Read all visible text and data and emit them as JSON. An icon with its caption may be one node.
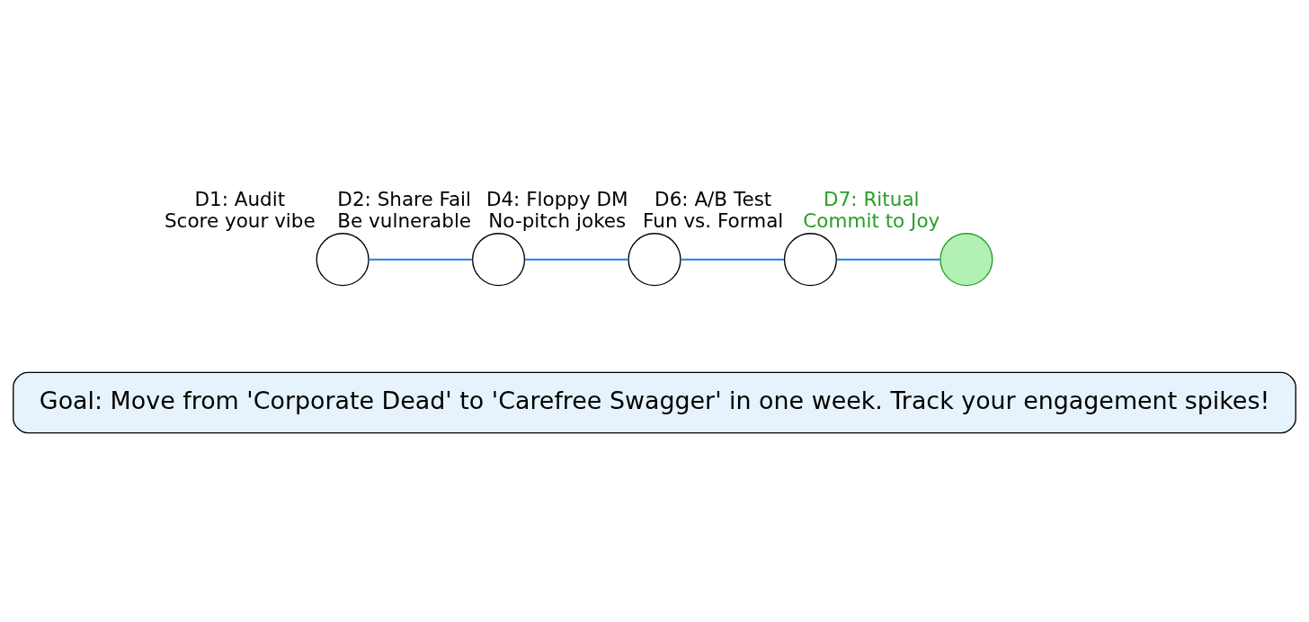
{
  "diagram": {
    "nodes": [
      {
        "text": [],
        "shape": "circle",
        "beside": [
          "D1: Audit",
          "Score your vibe"
        ]
      },
      {
        "text": [],
        "shape": "circle",
        "beside": [
          "D2: Share Fail",
          "Be vulnerable"
        ]
      },
      {
        "text": [],
        "shape": "circle",
        "beside": [
          "D4: Floppy DM",
          "No-pitch jokes"
        ]
      },
      {
        "text": [],
        "shape": "circle",
        "beside": [
          "D6: A/B Test",
          "Fun vs. Formal"
        ]
      },
      {
        "text": [],
        "shape": "circle",
        "beside": [
          "D7: Ritual",
          "Commit to Joy"
        ]
      },
      {
        "text": [
          "Goal: Move from 'Corporate Dead' to 'Carefree Swagger' in one week. Track your engagement spikes!"
        ]
      }
    ],
    "edges": [
      {
        "from": 0,
        "to": 1,
        "arrow": "none"
      },
      {
        "from": 1,
        "to": 2,
        "arrow": "none"
      },
      {
        "from": 2,
        "to": 3,
        "arrow": "none"
      },
      {
        "from": 3,
        "to": 4,
        "arrow": "none"
      }
    ]
  }
}
